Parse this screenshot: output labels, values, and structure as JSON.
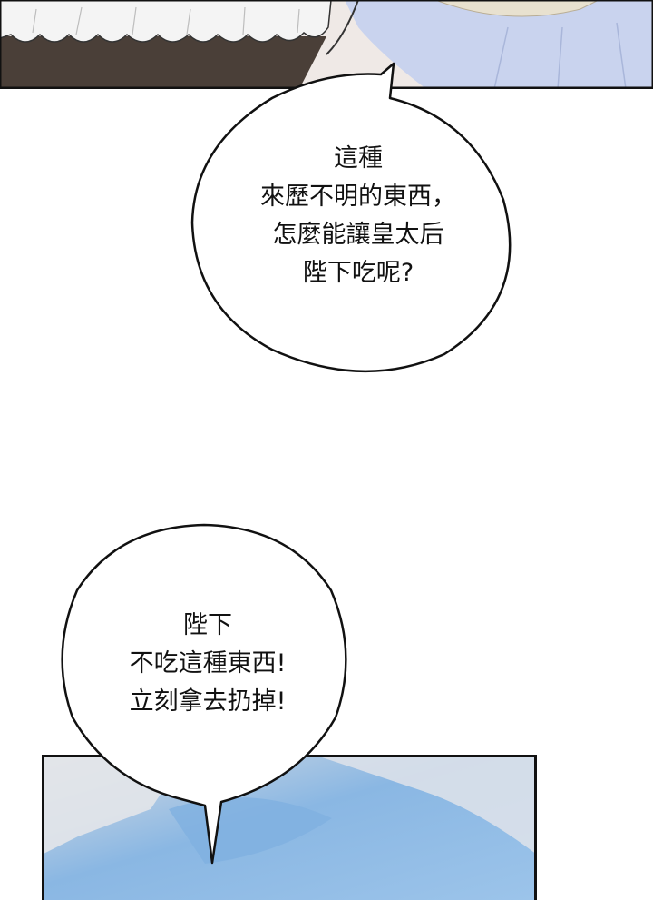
{
  "bubbles": [
    {
      "lines": [
        "這種",
        "來歷不明的東西，",
        "怎麼能讓皇太后",
        "陛下吃呢?"
      ]
    },
    {
      "lines": [
        "陛下",
        "不吃這種東西!",
        "立刻拿去扔掉!"
      ]
    }
  ],
  "colors": {
    "outline": "#111111",
    "dress_blue": "#c9d3ee",
    "apron_white": "#f4f4f4",
    "skirt_brown": "#4a3f38",
    "scene_blue": "#8ab7e3"
  }
}
